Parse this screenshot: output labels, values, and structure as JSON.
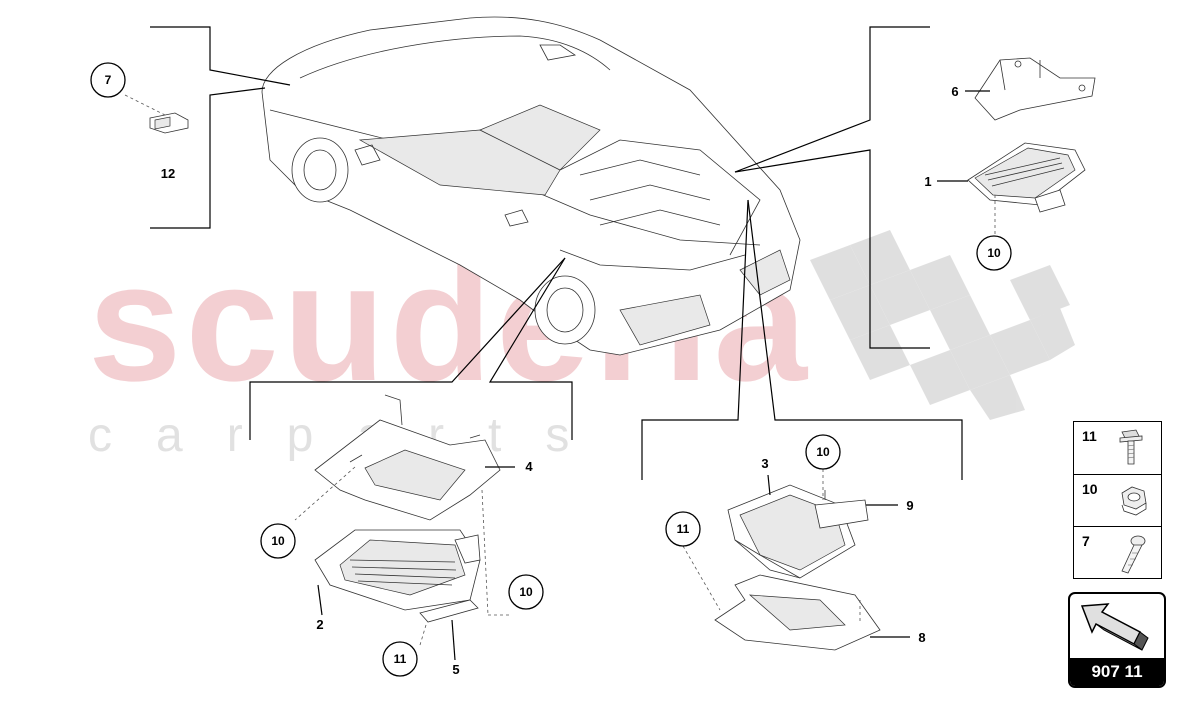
{
  "watermark": {
    "main": "scuderia",
    "sub": "carparts"
  },
  "callouts": {
    "c7": "7",
    "c12": "12",
    "c6": "6",
    "c1": "1",
    "c10_top": "10",
    "c4": "4",
    "c10_left": "10",
    "c2": "2",
    "c11_bottom": "11",
    "c5": "5",
    "c10_mid": "10",
    "c3": "3",
    "c10_right": "10",
    "c9": "9",
    "c11_right": "11",
    "c8": "8"
  },
  "legend": [
    {
      "number": "11",
      "icon": "bolt-icon"
    },
    {
      "number": "10",
      "icon": "nut-icon"
    },
    {
      "number": "7",
      "icon": "screw-icon"
    }
  ],
  "page_badge": {
    "code": "907 11",
    "icon": "view-direction-arrow-icon"
  },
  "colors": {
    "watermark_red": "#e28c94",
    "watermark_grey": "#c8c8c8",
    "ink": "#000000"
  }
}
